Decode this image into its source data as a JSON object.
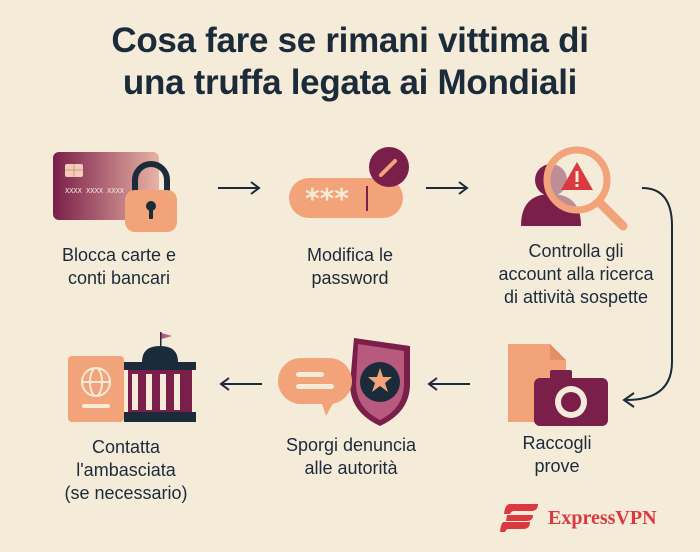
{
  "title": {
    "line1": "Cosa fare se rimani vittima di",
    "line2": "una truffa legata ai Mondiali"
  },
  "steps": [
    {
      "id": "block-cards",
      "label_line1": "Blocca carte e",
      "label_line2": "conti bancari",
      "icon": "credit-card-lock-icon"
    },
    {
      "id": "change-password",
      "label_line1": "Modifica le",
      "label_line2": "password",
      "icon": "password-edit-icon"
    },
    {
      "id": "check-accounts",
      "label_line1": "Controlla gli",
      "label_line2": "account alla ricerca",
      "label_line3": "di attività sospette",
      "icon": "user-warning-search-icon"
    },
    {
      "id": "collect-evidence",
      "label_line1": "Raccogli",
      "label_line2": "prove",
      "icon": "document-camera-icon"
    },
    {
      "id": "report-authorities",
      "label_line1": "Sporgi denuncia",
      "label_line2": "alle autorità",
      "icon": "speech-badge-icon"
    },
    {
      "id": "contact-embassy",
      "label_line1": "Contatta",
      "label_line2": "l'ambasciata",
      "label_line3": "(se necessario)",
      "icon": "passport-embassy-icon"
    }
  ],
  "password_field": {
    "masked_text": "***"
  },
  "card": {
    "number_text": "XXXX XXXX XXXX"
  },
  "brand": {
    "name": "ExpressVPN",
    "icon": "expressvpn-logo-icon"
  },
  "colors": {
    "background": "#f4ebd9",
    "text": "#1c2b3a",
    "accent_peach": "#f2a37a",
    "accent_plum": "#7a1e4a",
    "accent_red": "#da3940"
  }
}
